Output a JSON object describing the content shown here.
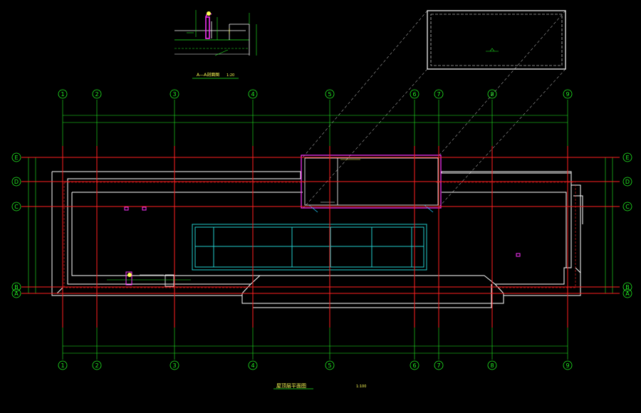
{
  "colors": {
    "background": "#000000",
    "grid_line": "#ff2020",
    "dimension": "#22ee22",
    "wall": "#ffffff",
    "skylight": "#22cccc",
    "room": "#ff33ff",
    "text": "#ffff55"
  },
  "axes": {
    "columns": [
      "1",
      "2",
      "3",
      "4",
      "5",
      "6",
      "7",
      "8",
      "9"
    ],
    "rows": [
      "E",
      "D",
      "C",
      "B",
      "A"
    ]
  },
  "title": {
    "main": "屋顶层平面图",
    "scale": "1:100"
  },
  "section": {
    "title": "A—A剖面图",
    "scale": "1:20"
  }
}
